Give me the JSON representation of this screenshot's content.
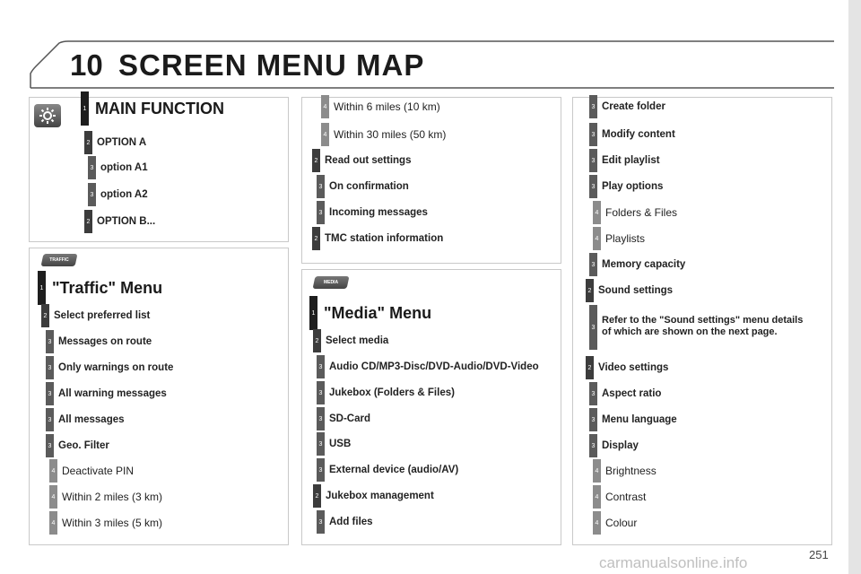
{
  "header": {
    "chapter": "10",
    "title": "SCREEN MENU MAP"
  },
  "page_number": "251",
  "watermark": "carmanualsonline.info",
  "badges": {
    "traffic": "TRAFFIC",
    "media": "MEDIA"
  },
  "panels": [
    {
      "rows": [
        {
          "level": 1,
          "label": "MAIN FUNCTION"
        },
        {
          "level": 2,
          "label": "OPTION A"
        },
        {
          "level": 3,
          "label": "option A1"
        },
        {
          "level": 3,
          "label": "option A2"
        },
        {
          "level": 2,
          "label": "OPTION B..."
        }
      ]
    },
    {
      "rows": [
        {
          "level": 1,
          "label": "\"Traffic\" Menu"
        },
        {
          "level": 2,
          "label": "Select preferred list"
        },
        {
          "level": 3,
          "label": "Messages on route"
        },
        {
          "level": 3,
          "label": "Only warnings on route"
        },
        {
          "level": 3,
          "label": "All warning messages"
        },
        {
          "level": 3,
          "label": "All messages"
        },
        {
          "level": 3,
          "label": "Geo. Filter"
        },
        {
          "level": 4,
          "label": "Deactivate PIN"
        },
        {
          "level": 4,
          "label": "Within 2 miles (3 km)"
        },
        {
          "level": 4,
          "label": "Within 3 miles (5 km)"
        }
      ]
    },
    {
      "rows": [
        {
          "level": 4,
          "label": "Within 6 miles (10 km)"
        },
        {
          "level": 4,
          "label": "Within 30 miles (50 km)"
        },
        {
          "level": 2,
          "label": "Read out settings"
        },
        {
          "level": 3,
          "label": "On confirmation"
        },
        {
          "level": 3,
          "label": "Incoming messages"
        },
        {
          "level": 2,
          "label": "TMC station information"
        }
      ]
    },
    {
      "rows": [
        {
          "level": 1,
          "label": "\"Media\" Menu"
        },
        {
          "level": 2,
          "label": "Select media"
        },
        {
          "level": 3,
          "label": "Audio CD/MP3-Disc/DVD-Audio/DVD-Video"
        },
        {
          "level": 3,
          "label": "Jukebox (Folders & Files)"
        },
        {
          "level": 3,
          "label": "SD-Card"
        },
        {
          "level": 3,
          "label": "USB"
        },
        {
          "level": 3,
          "label": "External device (audio/AV)"
        },
        {
          "level": 2,
          "label": "Jukebox management"
        },
        {
          "level": 3,
          "label": "Add files"
        }
      ]
    },
    {
      "rows": [
        {
          "level": 3,
          "label": "Create folder"
        },
        {
          "level": 3,
          "label": "Modify content"
        },
        {
          "level": 3,
          "label": "Edit playlist"
        },
        {
          "level": 3,
          "label": "Play options"
        },
        {
          "level": 4,
          "label": "Folders & Files"
        },
        {
          "level": 4,
          "label": "Playlists"
        },
        {
          "level": 3,
          "label": "Memory capacity"
        },
        {
          "level": 2,
          "label": "Sound settings"
        },
        {
          "level": 3,
          "label": "Refer to the \"Sound settings\" menu details"
        },
        {
          "level": 3,
          "label": "of which are shown on the next page."
        },
        {
          "level": 2,
          "label": "Video settings"
        },
        {
          "level": 3,
          "label": "Aspect ratio"
        },
        {
          "level": 3,
          "label": "Menu language"
        },
        {
          "level": 3,
          "label": "Display"
        },
        {
          "level": 4,
          "label": "Brightness"
        },
        {
          "level": 4,
          "label": "Contrast"
        },
        {
          "level": 4,
          "label": "Colour"
        }
      ]
    }
  ]
}
